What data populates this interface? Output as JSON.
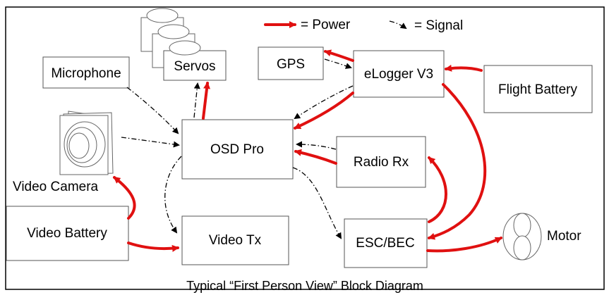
{
  "diagram": {
    "caption": "Typical “First Person View” Block Diagram",
    "legend": {
      "power_label": "= Power",
      "signal_label": "= Signal",
      "power_color": "#e01010",
      "signal_color": "#000000"
    },
    "nodes": {
      "servos": "Servos",
      "gps": "GPS",
      "elogger": "eLogger V3",
      "microphone": "Microphone",
      "flight_battery": "Flight Battery",
      "osd_pro": "OSD Pro",
      "radio_rx": "Radio Rx",
      "video_camera": "Video Camera",
      "video_battery": "Video Battery",
      "video_tx": "Video Tx",
      "esc_bec": "ESC/BEC",
      "motor": "Motor"
    }
  }
}
